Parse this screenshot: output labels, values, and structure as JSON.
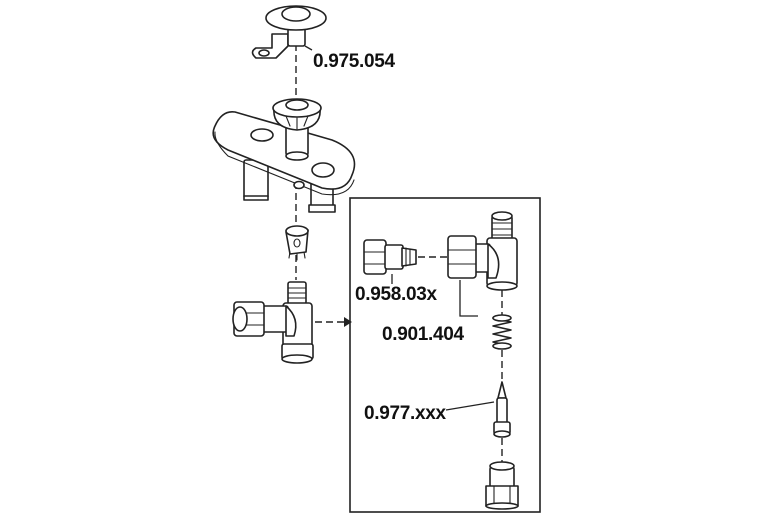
{
  "labels": {
    "part_top_cap": "0.975.054",
    "part_nozzle_left": "0.958.03x",
    "part_tee_body": "0.901.404",
    "part_needle": "0.977.xxx"
  }
}
